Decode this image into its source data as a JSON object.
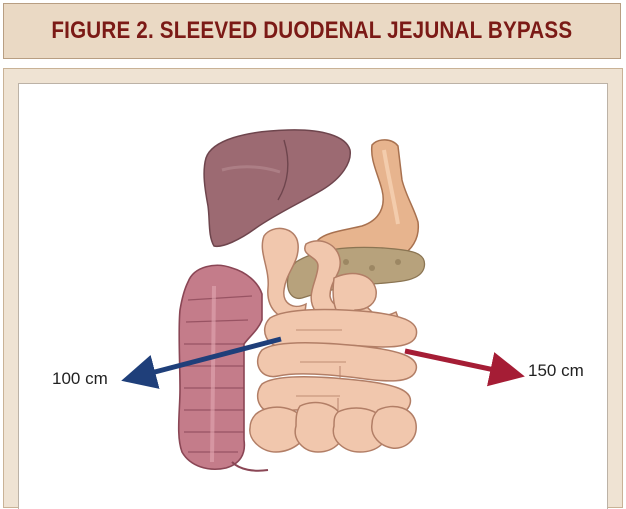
{
  "figure": {
    "title": "FIGURE 2.  SLEEVED DUODENAL JEJUNAL BYPASS"
  },
  "labels": {
    "left_length": "100 cm",
    "right_length": "150 cm"
  },
  "colors": {
    "title_text": "#7b1a16",
    "header_bg": "#ead9c4",
    "frame_bg": "#efe3d3",
    "left_arrow": "#1f3f7a",
    "right_arrow": "#a51d35"
  },
  "illustration": {
    "organs": [
      "liver",
      "stomach",
      "pancreas",
      "colon",
      "small-intestine"
    ]
  }
}
